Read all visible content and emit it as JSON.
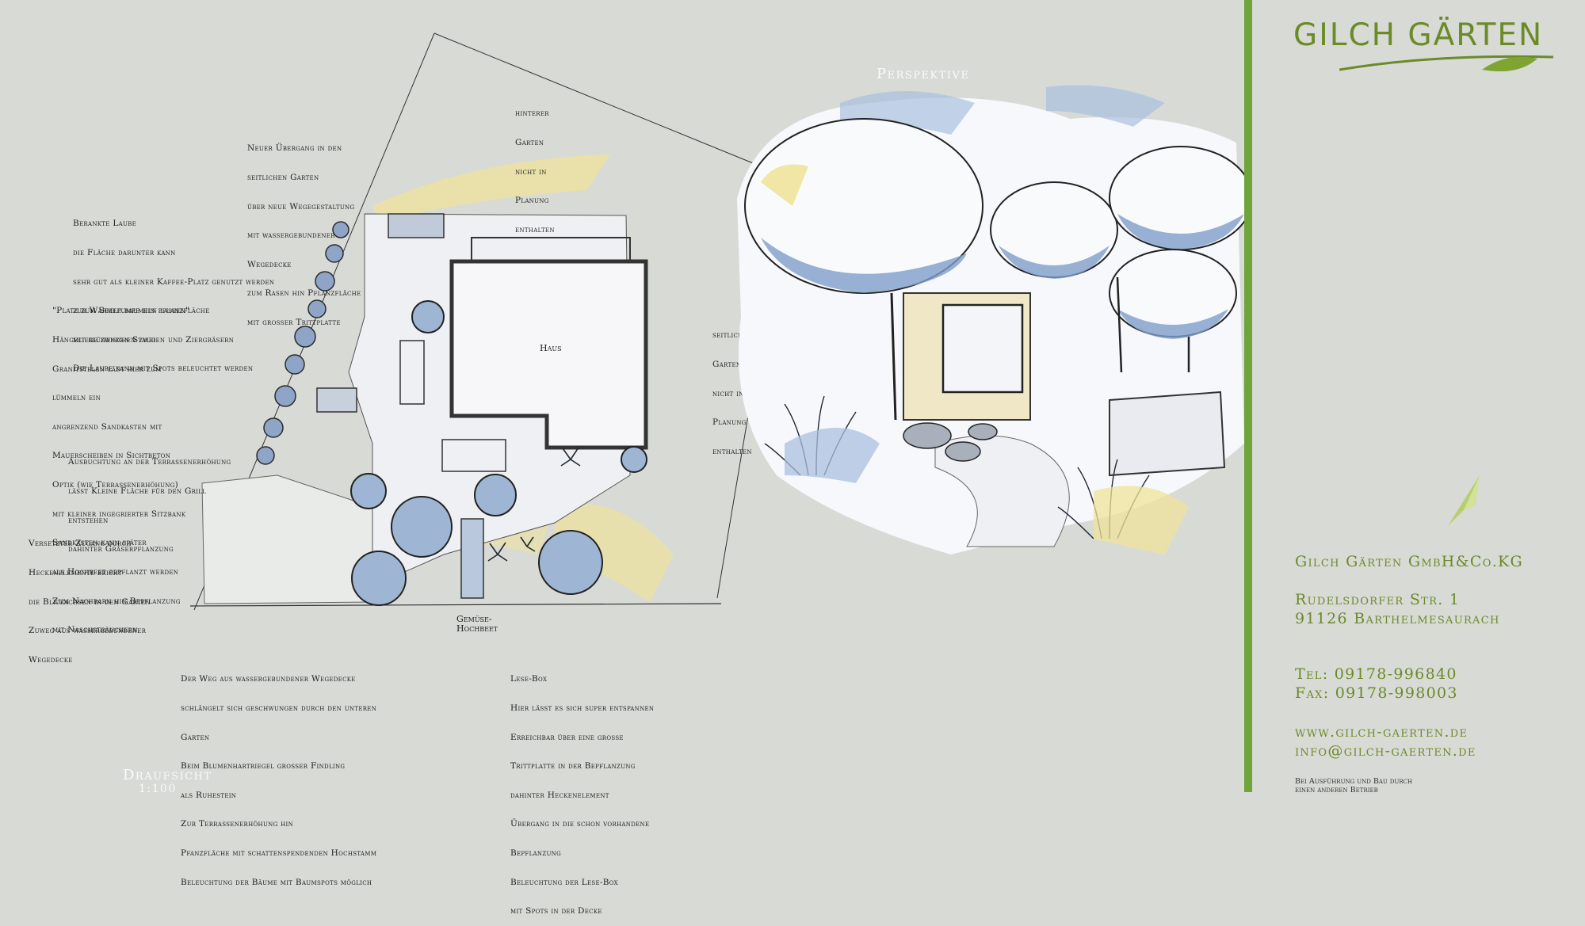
{
  "plan": {
    "house_label": "Haus",
    "title": "Draufsicht",
    "scale": "1:100",
    "vegetable_bed_label": [
      "Gemüse-",
      "Hochbeet"
    ]
  },
  "notes": {
    "transition": [
      "Neuer Übergang in den",
      "seitlichen Garten",
      "über neue Wegegestaltung",
      "mit wassergebundener",
      "Wegedecke",
      "zum Rasen hin Pflanzfläche",
      "mit grosser Trittplatte"
    ],
    "arbor": [
      "Berankte Laube",
      "die Fläche darunter kann",
      "sehr gut als kleiner Kaffee-Platz genutzt werden",
      "zur Wärmepumpe hin pflanzfläche",
      "mit blühenden Stauden und Ziergräsern",
      "Die Laube kann mit Spots beleuchtet werden"
    ],
    "relax": [
      "\"Platz zum Seele baumeln lassen\"",
      "Hängeliege zwischen zwei",
      "Granitstelen lädt hier zum",
      "lümmeln ein",
      "angrenzend Sandkasten mit",
      "Mauerscheiben in Sichtbeton",
      "Optik (wie Terrassenerhöhung)",
      "mit kleiner ingegrierter Sitzbank",
      "Sandkasten kann später",
      "als Hochbeet bepflanzt werden",
      "Zum Nachbarn hin Bepflanzung",
      "mit Naschsträuchern"
    ],
    "bulge": [
      "Ausbuchtung an der Terrassenerhöhung",
      "lässt Kleine Fläche für den Grill",
      "entstehen",
      "dahinter Gräserpflanzung"
    ],
    "access": [
      "Versetzter Zugang durch",
      "Heckenelemente bricht",
      "die Blickachsen in den Garten",
      "Zuweg aus wassergebundener",
      "Wegedecke"
    ],
    "back_garden": [
      "hinterer",
      "Garten",
      "nicht in",
      "Planung",
      "enthalten"
    ],
    "side_garden": [
      "seitlicher",
      "Garten",
      "nicht in",
      "Planung",
      "enthalten"
    ],
    "path": [
      "Der Weg aus wassergebundener Wegedecke",
      "schlängelt sich geschwungen durch den unteren",
      "Garten",
      "Beim Blumenhartriegel grosser Findling",
      "als Ruhestein",
      "Zur Terrassenerhöhung hin",
      "Pfanzfläche mit schattenspendenden Hochstamm",
      "Beleuchtung der Bäume mit Baumspots möglich"
    ],
    "readbox": [
      "Lese-Box",
      "Hier lässt es sich super entspannen",
      "Erreichbar über eine grosse",
      "Trittplatte in der Bepflanzung",
      "dahinter Heckenelement",
      "Übergang in die schon vorhandene",
      "Bepflanzung",
      "Beleuchtung der Lese-Box",
      "mit Spots in der Decke"
    ]
  },
  "perspective": {
    "title": "Perspektive"
  },
  "brand": {
    "logo": "GILCH GÄRTEN",
    "company": "Gilch Gärten GmbH&Co.KG",
    "street": "Rudelsdorfer Str. 1",
    "city": "91126  Barthelmesaurach",
    "tel": "Tel: 09178-996840",
    "fax": "Fax: 09178-998003",
    "web": "www.gilch-gaerten.de",
    "email": "info@gilch-gaerten.de",
    "fine_print": [
      "Bei Ausführung und Bau durch",
      "einen anderen Betrieb"
    ]
  },
  "colors": {
    "accent_green": "#6fa43a",
    "brand_green": "#6b8a28",
    "sketch_blue": "#8aa4cc",
    "sketch_yellow": "#efe39a",
    "background": "#d8dad6"
  }
}
